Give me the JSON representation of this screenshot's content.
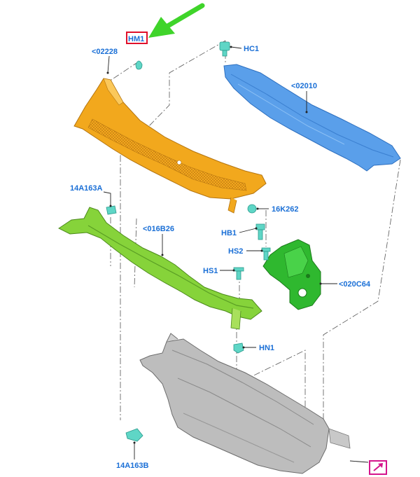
{
  "callouts": {
    "hm1": "HM1",
    "p02228": "<02228",
    "hc1": "HC1",
    "p02010": "<02010",
    "a14a163a": "14A163A",
    "k16k262": "16K262",
    "p016b26": "<016B26",
    "hb1": "HB1",
    "hs2": "HS2",
    "hs1": "HS1",
    "p020c64": "<020C64",
    "hn1": "HN1",
    "b14a163b": "14A163B"
  },
  "colors": {
    "callout_text": "#1a6fd6",
    "highlight_box": "#e0102a",
    "pointer_arrow": "#3fd42a",
    "nav_icon": "#d4148c",
    "cowl_top_panel": "#f2a81d",
    "cowl_cover": "#5a9fea",
    "support_bracket": "#86d33a",
    "side_bracket": "#2fb82f",
    "fastener": "#5fd6c6",
    "dash_panel": "#b8b8b8"
  },
  "icons": {
    "pointer": "green-arrow-icon",
    "nav": "external-link-icon"
  }
}
